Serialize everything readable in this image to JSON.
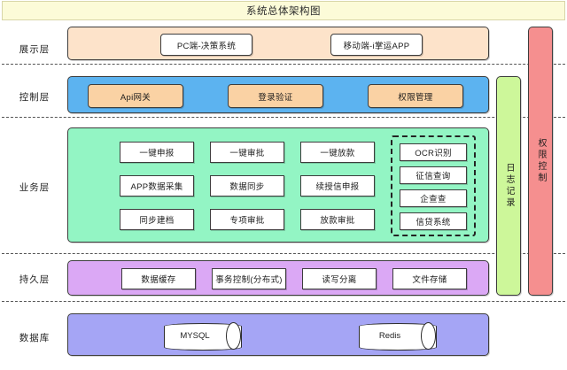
{
  "diagram": {
    "title": "系统总体架构图",
    "title_bg": "#fcfbd8"
  },
  "layers": [
    {
      "key": "presentation",
      "label": "展示层",
      "band_color": "#fde3ca",
      "nodes": [
        "PC端-决策系统",
        "移动端-i掌运APP"
      ]
    },
    {
      "key": "control",
      "label": "控制层",
      "band_color": "#5cb3f0",
      "nodes": [
        "Api网关",
        "登录验证",
        "权限管理"
      ]
    },
    {
      "key": "business",
      "label": "业务层",
      "band_color": "#93f5c4",
      "nodes_col1": [
        "一键申报",
        "APP数据采集",
        "同步建档"
      ],
      "nodes_col2": [
        "一键审批",
        "数据同步",
        "专项审批"
      ],
      "nodes_col3": [
        "一键放款",
        "续授信申报",
        "放款审批"
      ],
      "third_party": [
        "OCR识别",
        "征信查询",
        "企查查",
        "信贷系统"
      ]
    },
    {
      "key": "persistence",
      "label": "持久层",
      "band_color": "#dba8f5",
      "nodes": [
        "数据缓存",
        "事务控制(分布式)",
        "读写分离",
        "文件存储"
      ]
    },
    {
      "key": "database",
      "label": "数据库",
      "band_color": "#a5a5f5",
      "nodes": [
        "MYSQL",
        "Redis"
      ]
    }
  ],
  "sidebars": [
    {
      "key": "log",
      "label": "日志记录",
      "color": "#cdf79a"
    },
    {
      "key": "auth",
      "label": "权限控制",
      "color": "#f58f8f"
    }
  ]
}
